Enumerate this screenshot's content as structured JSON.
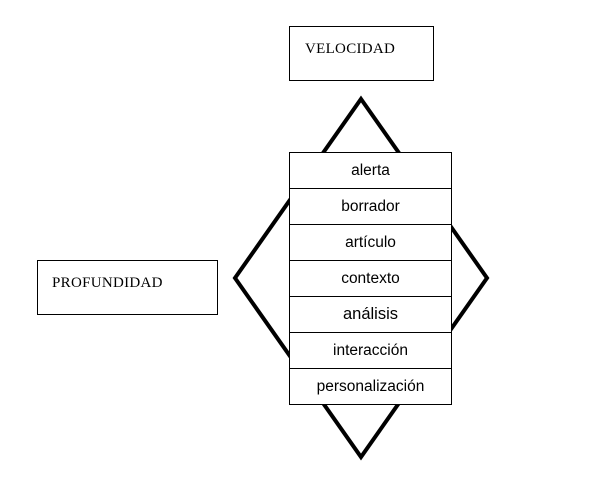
{
  "axes": {
    "velocidad": "VELOCIDAD",
    "profundidad": "PROFUNDIDAD"
  },
  "stack": {
    "items": [
      "alerta",
      "borrador",
      "artículo",
      "contexto",
      "análisis",
      "interacción",
      "personalización"
    ]
  },
  "colors": {
    "line": "#000000",
    "background": "#ffffff"
  }
}
